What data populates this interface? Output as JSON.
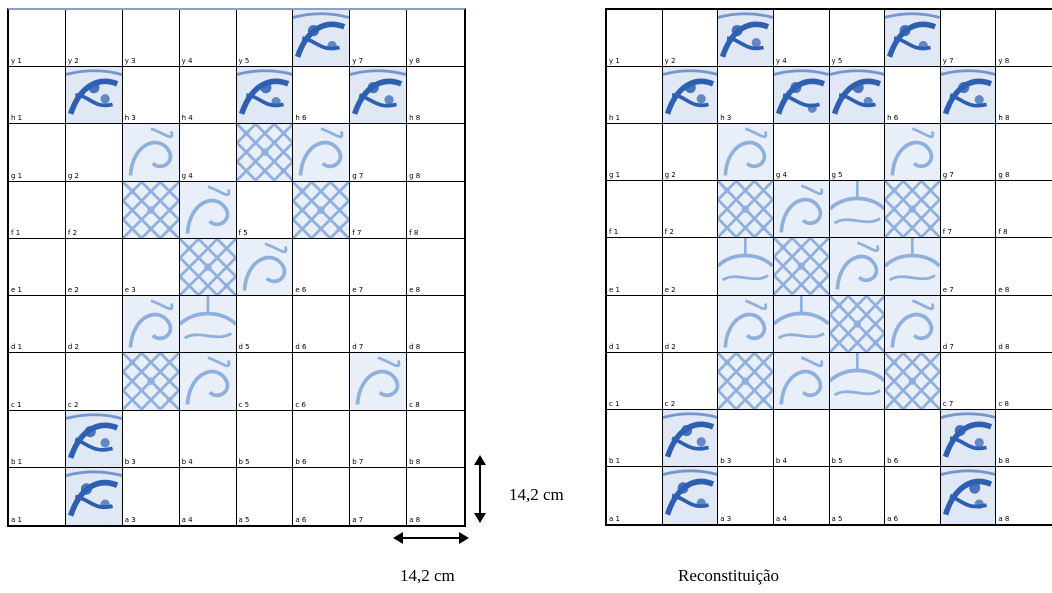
{
  "rows": [
    "y",
    "h",
    "g",
    "f",
    "e",
    "d",
    "c",
    "b",
    "a"
  ],
  "cols": [
    "1",
    "2",
    "3",
    "4",
    "5",
    "6",
    "7",
    "8"
  ],
  "left_grid": {
    "tiles_dark": [
      "y6",
      "h2",
      "h5",
      "h7",
      "b2",
      "a2"
    ],
    "tiles_light": [
      "g3",
      "g5",
      "g6",
      "f3",
      "f4",
      "f6",
      "e4",
      "e5",
      "d3",
      "d4",
      "c3",
      "c4",
      "c7"
    ]
  },
  "right_grid": {
    "tiles_dark": [
      "y3",
      "y6",
      "h2",
      "h4",
      "h5",
      "h7",
      "b2",
      "a2",
      "b7",
      "a7"
    ],
    "tiles_light": [
      "g3",
      "g6",
      "f3",
      "f4",
      "f5",
      "f6",
      "e3",
      "e4",
      "e5",
      "e6",
      "d3",
      "d4",
      "d5",
      "d6",
      "c3",
      "c4",
      "c5",
      "c6"
    ]
  },
  "colors": {
    "tile_dark": "#2f5fb0",
    "tile_light": "#8fb0dd",
    "tile_bg": "#e8eff8"
  },
  "dimension_vertical": "14,2 cm",
  "dimension_horizontal": "14,2 cm",
  "caption_right": "Reconstituição"
}
